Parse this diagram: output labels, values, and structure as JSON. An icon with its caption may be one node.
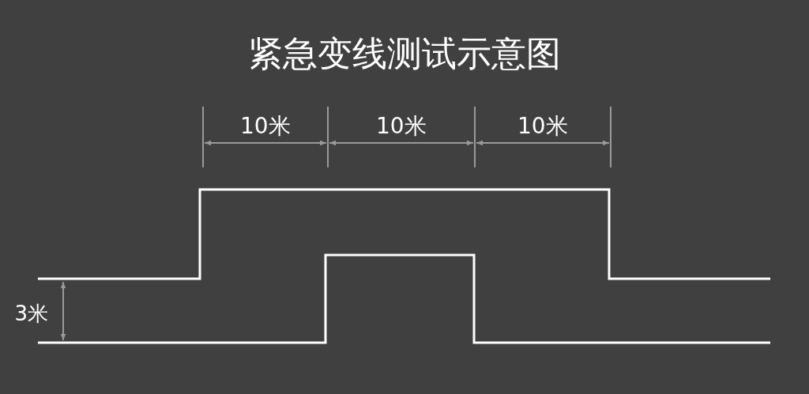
{
  "diagram": {
    "title": "紧急变线测试示意图",
    "labels": [
      "10米",
      "10米",
      "10米",
      "3米"
    ]
  }
}
